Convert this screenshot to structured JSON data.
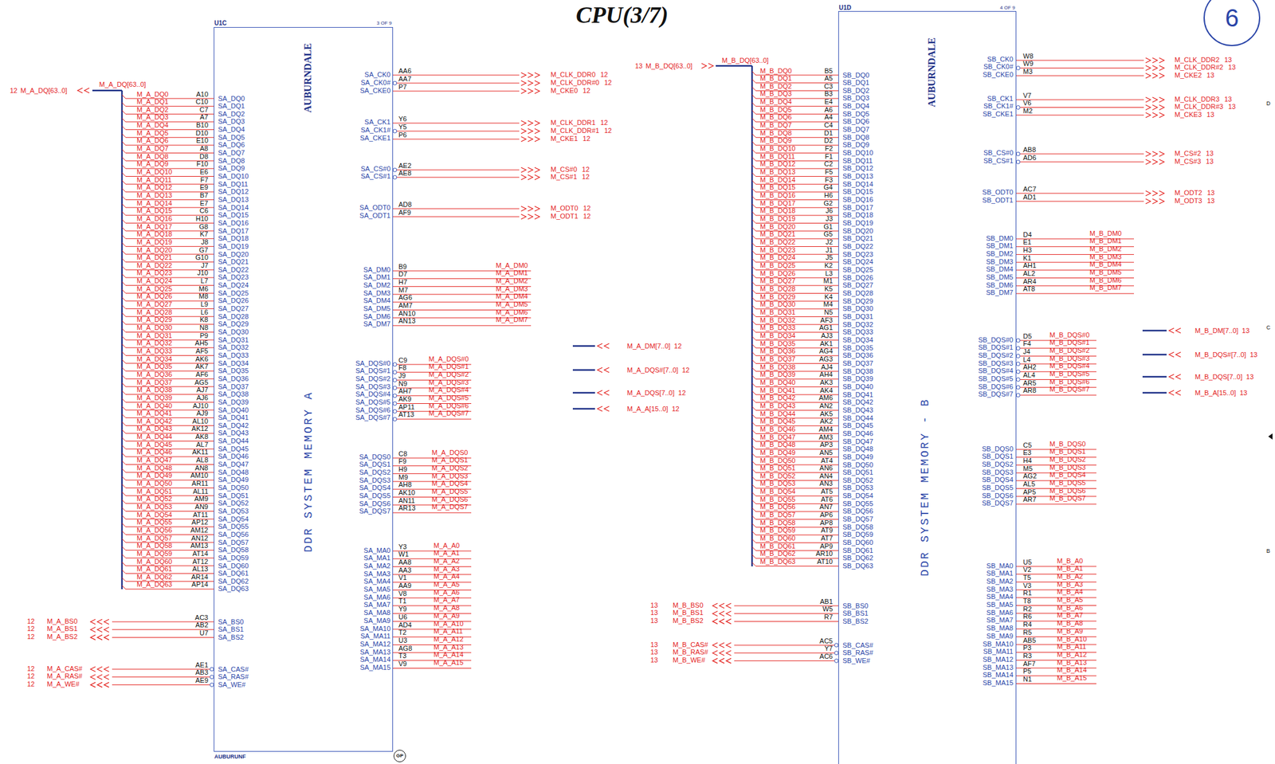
{
  "diagram": {
    "title": "CPU(3/7)",
    "nodes": [
      {
        "text": [
          "U1C",
          "3 OF 9",
          "AUBURNDALE",
          "DDR SYSTEM MEMORY A",
          "AUBURUNF"
        ]
      },
      {
        "text": [
          "U1D",
          "4 OF 9",
          "AUBURNDALE",
          "DDR SYSTEM MEMORY - B"
        ]
      },
      {
        "text": [
          "6"
        ]
      },
      {
        "text": [
          "GP"
        ]
      }
    ],
    "labels": [
      "12",
      "M_A_DQ[63..0]",
      "M_A_DQ[63..0]",
      "M_A_DQ0",
      "M_A_DQ1",
      "M_A_DQ2",
      "M_A_DQ3",
      "M_A_DQ4",
      "M_A_DQ5",
      "M_A_DQ6",
      "M_A_DQ7",
      "M_A_DQ8",
      "M_A_DQ9",
      "M_A_DQ10",
      "M_A_DQ11",
      "M_A_DQ12",
      "M_A_DQ13",
      "M_A_DQ14",
      "M_A_DQ15",
      "M_A_DQ16",
      "M_A_DQ17",
      "M_A_DQ18",
      "M_A_DQ19",
      "M_A_DQ20",
      "M_A_DQ21",
      "M_A_DQ22",
      "M_A_DQ23",
      "M_A_DQ24",
      "M_A_DQ25",
      "M_A_DQ26",
      "M_A_DQ27",
      "M_A_DQ28",
      "M_A_DQ29",
      "M_A_DQ30",
      "M_A_DQ31",
      "M_A_DQ32",
      "M_A_DQ33",
      "M_A_DQ34",
      "M_A_DQ35",
      "M_A_DQ36",
      "M_A_DQ37",
      "M_A_DQ38",
      "M_A_DQ39",
      "M_A_DQ40",
      "M_A_DQ41",
      "M_A_DQ42",
      "M_A_DQ43",
      "M_A_DQ44",
      "M_A_DQ45",
      "M_A_DQ46",
      "M_A_DQ47",
      "M_A_DQ48",
      "M_A_DQ49",
      "M_A_DQ50",
      "M_A_DQ51",
      "M_A_DQ52",
      "M_A_DQ53",
      "M_A_DQ54",
      "M_A_DQ55",
      "M_A_DQ56",
      "M_A_DQ57",
      "M_A_DQ58",
      "M_A_DQ59",
      "M_A_DQ60",
      "M_A_DQ61",
      "M_A_DQ62",
      "M_A_DQ63",
      "A10",
      "C10",
      "C7",
      "A7",
      "B10",
      "D10",
      "E10",
      "A8",
      "D8",
      "F10",
      "E6",
      "F7",
      "E9",
      "B7",
      "E7",
      "C6",
      "H10",
      "G8",
      "K7",
      "J8",
      "G7",
      "G10",
      "J7",
      "J10",
      "L7",
      "M6",
      "M8",
      "L9",
      "L6",
      "K8",
      "N8",
      "P9",
      "AH5",
      "AF5",
      "AK6",
      "AK7",
      "AF6",
      "AG5",
      "AJ7",
      "AJ6",
      "AJ10",
      "AJ9",
      "AL10",
      "AK12",
      "AK8",
      "AL7",
      "AK11",
      "AL8",
      "AN8",
      "AM10",
      "AR11",
      "AL11",
      "AM9",
      "AN9",
      "AT11",
      "AP12",
      "AM12",
      "AN12",
      "AM13",
      "AT14",
      "AT12",
      "AL13",
      "AR14",
      "AP14",
      "SA_DQ0",
      "SA_DQ1",
      "SA_DQ2",
      "SA_DQ3",
      "SA_DQ4",
      "SA_DQ5",
      "SA_DQ6",
      "SA_DQ7",
      "SA_DQ8",
      "SA_DQ9",
      "SA_DQ10",
      "SA_DQ11",
      "SA_DQ12",
      "SA_DQ13",
      "SA_DQ14",
      "SA_DQ15",
      "SA_DQ16",
      "SA_DQ17",
      "SA_DQ18",
      "SA_DQ19",
      "SA_DQ20",
      "SA_DQ21",
      "SA_DQ22",
      "SA_DQ23",
      "SA_DQ24",
      "SA_DQ25",
      "SA_DQ26",
      "SA_DQ27",
      "SA_DQ28",
      "SA_DQ29",
      "SA_DQ30",
      "SA_DQ31",
      "SA_DQ32",
      "SA_DQ33",
      "SA_DQ34",
      "SA_DQ35",
      "SA_DQ36",
      "SA_DQ37",
      "SA_DQ38",
      "SA_DQ39",
      "SA_DQ40",
      "SA_DQ41",
      "SA_DQ42",
      "SA_DQ43",
      "SA_DQ44",
      "SA_DQ45",
      "SA_DQ46",
      "SA_DQ47",
      "SA_DQ48",
      "SA_DQ49",
      "SA_DQ50",
      "SA_DQ51",
      "SA_DQ52",
      "SA_DQ53",
      "SA_DQ54",
      "SA_DQ55",
      "SA_DQ56",
      "SA_DQ57",
      "SA_DQ58",
      "SA_DQ59",
      "SA_DQ60",
      "SA_DQ61",
      "SA_DQ62",
      "SA_DQ63",
      "12",
      "M_A_BS0",
      "12",
      "M_A_BS1",
      "12",
      "M_A_BS2",
      "AC3",
      "AB2",
      "U7",
      "SA_BS0",
      "SA_BS1",
      "SA_BS2",
      "12",
      "M_A_CAS#",
      "12",
      "M_A_RAS#",
      "12",
      "M_A_WE#",
      "AE1",
      "AB3",
      "AE9",
      "SA_CAS#",
      "SA_RAS#",
      "SA_WE#",
      "SA_CK0",
      "SA_CK0#",
      "SA_CKE0",
      "AA6",
      "AA7",
      "P7",
      "M_CLK_DDR0",
      "12",
      "M_CLK_DDR#0",
      "12",
      "M_CKE0",
      "12",
      "SA_CK1",
      "SA_CK1#",
      "SA_CKE1",
      "Y6",
      "Y5",
      "P6",
      "M_CLK_DDR1",
      "12",
      "M_CLK_DDR#1",
      "12",
      "M_CKE1",
      "12",
      "SA_CS#0",
      "SA_CS#1",
      "AE2",
      "AE8",
      "M_CS#0",
      "12",
      "M_CS#1",
      "12",
      "SA_ODT0",
      "SA_ODT1",
      "AD8",
      "AF9",
      "M_ODT0",
      "12",
      "M_ODT1",
      "12",
      "SA_DM0",
      "SA_DM1",
      "SA_DM2",
      "SA_DM3",
      "SA_DM4",
      "SA_DM5",
      "SA_DM6",
      "SA_DM7",
      "B9",
      "D7",
      "H7",
      "M7",
      "AG6",
      "AM7",
      "AN10",
      "AN13",
      "M_A_DM0",
      "M_A_DM1",
      "M_A_DM2",
      "M_A_DM3",
      "M_A_DM4",
      "M_A_DM5",
      "M_A_DM6",
      "M_A_DM7",
      "SA_DQS#0",
      "SA_DQS#1",
      "SA_DQS#2",
      "SA_DQS#3",
      "SA_DQS#4",
      "SA_DQS#5",
      "SA_DQS#6",
      "SA_DQS#7",
      "C9",
      "F8",
      "J9",
      "N9",
      "AH7",
      "AK9",
      "AP11",
      "AT13",
      "M_A_DQS#0",
      "M_A_DQS#1",
      "M_A_DQS#2",
      "M_A_DQS#3",
      "M_A_DQS#4",
      "M_A_DQS#5",
      "M_A_DQS#6",
      "M_A_DQS#7",
      "SA_DQS0",
      "SA_DQS1",
      "SA_DQS2",
      "SA_DQS3",
      "SA_DQS4",
      "SA_DQS5",
      "SA_DQS6",
      "SA_DQS7",
      "C8",
      "F9",
      "H9",
      "M9",
      "AH8",
      "AK10",
      "AN11",
      "AR13",
      "M_A_DQS0",
      "M_A_DQS1",
      "M_A_DQS2",
      "M_A_DQS3",
      "M_A_DQS4",
      "M_A_DQS5",
      "M_A_DQS6",
      "M_A_DQS7",
      "SA_MA0",
      "SA_MA1",
      "SA_MA2",
      "SA_MA3",
      "SA_MA4",
      "SA_MA5",
      "SA_MA6",
      "SA_MA7",
      "SA_MA8",
      "SA_MA9",
      "SA_MA10",
      "SA_MA11",
      "SA_MA12",
      "SA_MA13",
      "SA_MA14",
      "SA_MA15",
      "Y3",
      "W1",
      "AA8",
      "AA3",
      "V1",
      "AA9",
      "V8",
      "T1",
      "Y9",
      "U6",
      "AD4",
      "T2",
      "U3",
      "AG8",
      "T3",
      "V9",
      "M_A_A0",
      "M_A_A1",
      "M_A_A2",
      "M_A_A3",
      "M_A_A4",
      "M_A_A5",
      "M_A_A6",
      "M_A_A7",
      "M_A_A8",
      "M_A_A9",
      "M_A_A10",
      "M_A_A11",
      "M_A_A12",
      "M_A_A13",
      "M_A_A14",
      "M_A_A15",
      "M_A_DM[7..0]",
      "12",
      "M_A_DQS#[7..0]",
      "12",
      "M_A_DQS[7..0]",
      "12",
      "M_A_A[15..0]",
      "12",
      "13",
      "M_B_DQ[63..0]",
      "M_B_DQ[63..0]",
      "M_B_DQ0",
      "M_B_DQ1",
      "M_B_DQ2",
      "M_B_DQ3",
      "M_B_DQ4",
      "M_B_DQ5",
      "M_B_DQ6",
      "M_B_DQ7",
      "M_B_DQ8",
      "M_B_DQ9",
      "M_B_DQ10",
      "M_B_DQ11",
      "M_B_DQ12",
      "M_B_DQ13",
      "M_B_DQ14",
      "M_B_DQ15",
      "M_B_DQ16",
      "M_B_DQ17",
      "M_B_DQ18",
      "M_B_DQ19",
      "M_B_DQ20",
      "M_B_DQ21",
      "M_B_DQ22",
      "M_B_DQ23",
      "M_B_DQ24",
      "M_B_DQ25",
      "M_B_DQ26",
      "M_B_DQ27",
      "M_B_DQ28",
      "M_B_DQ29",
      "M_B_DQ30",
      "M_B_DQ31",
      "M_B_DQ32",
      "M_B_DQ33",
      "M_B_DQ34",
      "M_B_DQ35",
      "M_B_DQ36",
      "M_B_DQ37",
      "M_B_DQ38",
      "M_B_DQ39",
      "M_B_DQ40",
      "M_B_DQ41",
      "M_B_DQ42",
      "M_B_DQ43",
      "M_B_DQ44",
      "M_B_DQ45",
      "M_B_DQ46",
      "M_B_DQ47",
      "M_B_DQ48",
      "M_B_DQ49",
      "M_B_DQ50",
      "M_B_DQ51",
      "M_B_DQ52",
      "M_B_DQ53",
      "M_B_DQ54",
      "M_B_DQ55",
      "M_B_DQ56",
      "M_B_DQ57",
      "M_B_DQ58",
      "M_B_DQ59",
      "M_B_DQ60",
      "M_B_DQ61",
      "M_B_DQ62",
      "M_B_DQ63",
      "B5",
      "A5",
      "C3",
      "B3",
      "E4",
      "A6",
      "A4",
      "C4",
      "D1",
      "D2",
      "F2",
      "F1",
      "C2",
      "F5",
      "F3",
      "G4",
      "H6",
      "G2",
      "J6",
      "J3",
      "G1",
      "G5",
      "J2",
      "J1",
      "J5",
      "K2",
      "L3",
      "M1",
      "K5",
      "K4",
      "M4",
      "N5",
      "AF3",
      "AG1",
      "AJ3",
      "AK1",
      "AG4",
      "AG3",
      "AJ4",
      "AH4",
      "AK3",
      "AK4",
      "AM6",
      "AN2",
      "AK5",
      "AK2",
      "AM4",
      "AM3",
      "AP3",
      "AN5",
      "AT4",
      "AN6",
      "AN4",
      "AN3",
      "AT5",
      "AT6",
      "AN7",
      "AP6",
      "AP8",
      "AT9",
      "AT7",
      "AP9",
      "AR10",
      "AT10",
      "SB_DQ0",
      "SB_DQ1",
      "SB_DQ2",
      "SB_DQ3",
      "SB_DQ4",
      "SB_DQ5",
      "SB_DQ6",
      "SB_DQ7",
      "SB_DQ8",
      "SB_DQ9",
      "SB_DQ10",
      "SB_DQ11",
      "SB_DQ12",
      "SB_DQ13",
      "SB_DQ14",
      "SB_DQ15",
      "SB_DQ16",
      "SB_DQ17",
      "SB_DQ18",
      "SB_DQ19",
      "SB_DQ20",
      "SB_DQ21",
      "SB_DQ22",
      "SB_DQ23",
      "SB_DQ24",
      "SB_DQ25",
      "SB_DQ26",
      "SB_DQ27",
      "SB_DQ28",
      "SB_DQ29",
      "SB_DQ30",
      "SB_DQ31",
      "SB_DQ32",
      "SB_DQ33",
      "SB_DQ34",
      "SB_DQ35",
      "SB_DQ36",
      "SB_DQ37",
      "SB_DQ38",
      "SB_DQ39",
      "SB_DQ40",
      "SB_DQ41",
      "SB_DQ42",
      "SB_DQ43",
      "SB_DQ44",
      "SB_DQ45",
      "SB_DQ46",
      "SB_DQ47",
      "SB_DQ48",
      "SB_DQ49",
      "SB_DQ50",
      "SB_DQ51",
      "SB_DQ52",
      "SB_DQ53",
      "SB_DQ54",
      "SB_DQ55",
      "SB_DQ56",
      "SB_DQ57",
      "SB_DQ58",
      "SB_DQ59",
      "SB_DQ60",
      "SB_DQ61",
      "SB_DQ62",
      "SB_DQ63",
      "13",
      "M_B_BS0",
      "13",
      "M_B_BS1",
      "13",
      "M_B_BS2",
      "AB1",
      "W5",
      "R7",
      "SB_BS0",
      "SB_BS1",
      "SB_BS2",
      "13",
      "M_B_CAS#",
      "13",
      "M_B_RAS#",
      "13",
      "M_B_WE#",
      "AC5",
      "Y7",
      "AC6",
      "SB_CAS#",
      "SB_RAS#",
      "SB_WE#",
      "SB_CK0",
      "SB_CK0#",
      "SB_CKE0",
      "W8",
      "W9",
      "M3",
      "M_CLK_DDR2",
      "13",
      "M_CLK_DDR#2",
      "13",
      "M_CKE2",
      "13",
      "SB_CK1",
      "SB_CK1#",
      "SB_CKE1",
      "V7",
      "V6",
      "M2",
      "M_CLK_DDR3",
      "13",
      "M_CLK_DDR#3",
      "13",
      "M_CKE3",
      "13",
      "SB_CS#0",
      "SB_CS#1",
      "AB8",
      "AD6",
      "M_CS#2",
      "13",
      "M_CS#3",
      "13",
      "SB_ODT0",
      "SB_ODT1",
      "AC7",
      "AD1",
      "M_ODT2",
      "13",
      "M_ODT3",
      "13",
      "SB_DM0",
      "SB_DM1",
      "SB_DM2",
      "SB_DM3",
      "SB_DM4",
      "SB_DM5",
      "SB_DM6",
      "SB_DM7",
      "D4",
      "E1",
      "H3",
      "K1",
      "AH1",
      "AL2",
      "AR4",
      "AT8",
      "M_B_DM0",
      "M_B_DM1",
      "M_B_DM2",
      "M_B_DM3",
      "M_B_DM4",
      "M_B_DM5",
      "M_B_DM6",
      "M_B_DM7",
      "SB_DQS#0",
      "SB_DQS#1",
      "SB_DQS#2",
      "SB_DQS#3",
      "SB_DQS#4",
      "SB_DQS#5",
      "SB_DQS#6",
      "SB_DQS#7",
      "D5",
      "F4",
      "J4",
      "L4",
      "AH2",
      "AL4",
      "AR5",
      "AR8",
      "M_B_DQS#0",
      "M_B_DQS#1",
      "M_B_DQS#2",
      "M_B_DQS#3",
      "M_B_DQS#4",
      "M_B_DQS#5",
      "M_B_DQS#6",
      "M_B_DQS#7",
      "SB_DQS0",
      "SB_DQS1",
      "SB_DQS2",
      "SB_DQS3",
      "SB_DQS4",
      "SB_DQS5",
      "SB_DQS6",
      "SB_DQS7",
      "C5",
      "E3",
      "H4",
      "M5",
      "AG2",
      "AL5",
      "AP5",
      "AR7",
      "M_B_DQS0",
      "M_B_DQS1",
      "M_B_DQS2",
      "M_B_DQS3",
      "M_B_DQS4",
      "M_B_DQS5",
      "M_B_DQS6",
      "M_B_DQS7",
      "SB_MA0",
      "SB_MA1",
      "SB_MA2",
      "SB_MA3",
      "SB_MA4",
      "SB_MA5",
      "SB_MA6",
      "SB_MA7",
      "SB_MA8",
      "SB_MA9",
      "SB_MA10",
      "SB_MA11",
      "SB_MA12",
      "SB_MA13",
      "SB_MA14",
      "SB_MA15",
      "U5",
      "V2",
      "T5",
      "V3",
      "R1",
      "T8",
      "R2",
      "R6",
      "R4",
      "R5",
      "AB5",
      "P3",
      "R3",
      "AF7",
      "P5",
      "N1",
      "M_B_A0",
      "M_B_A1",
      "M_B_A2",
      "M_B_A3",
      "M_B_A4",
      "M_B_A5",
      "M_B_A6",
      "M_B_A7",
      "M_B_A8",
      "M_B_A9",
      "M_B_A10",
      "M_B_A11",
      "M_B_A12",
      "M_B_A13",
      "M_B_A14",
      "M_B_A15",
      "M_B_DM[7..0]",
      "13",
      "M_B_DQS#[7..0]",
      "13",
      "M_B_DQS[7..0]",
      "13",
      "M_B_A[15..0]",
      "13",
      "D",
      "C",
      "B"
    ]
  }
}
